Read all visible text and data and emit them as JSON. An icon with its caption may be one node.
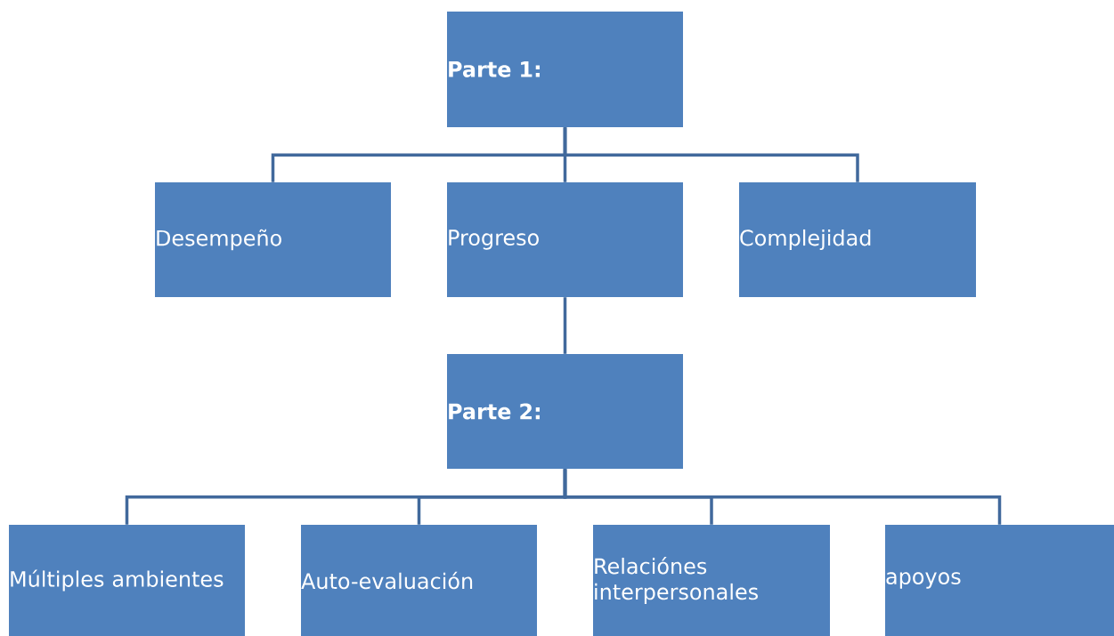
{
  "diagram": {
    "nodes": [
      {
        "text": [
          "**Parte 1:**"
        ]
      },
      {
        "text": [
          "Desempeño"
        ]
      },
      {
        "text": [
          "Progreso"
        ]
      },
      {
        "text": [
          "Complejidad"
        ]
      },
      {
        "text": [
          "**Parte 2:**"
        ]
      },
      {
        "text": [
          "Múltiples ambientes"
        ]
      },
      {
        "text": [
          "Auto-evaluación"
        ]
      },
      {
        "text": [
          "Relaciónes interpersonales"
        ]
      },
      {
        "text": [
          "apoyos"
        ]
      }
    ],
    "edges": [
      {
        "from": 0,
        "to": 1,
        "arrow": "none"
      },
      {
        "from": 0,
        "to": 2,
        "arrow": "none"
      },
      {
        "from": 0,
        "to": 3,
        "arrow": "none"
      },
      {
        "from": 2,
        "to": 4,
        "arrow": "none"
      },
      {
        "from": 4,
        "to": 5,
        "arrow": "none"
      },
      {
        "from": 4,
        "to": 6,
        "arrow": "none"
      },
      {
        "from": 4,
        "to": 7,
        "arrow": "none"
      },
      {
        "from": 4,
        "to": 8,
        "arrow": "none"
      }
    ]
  }
}
